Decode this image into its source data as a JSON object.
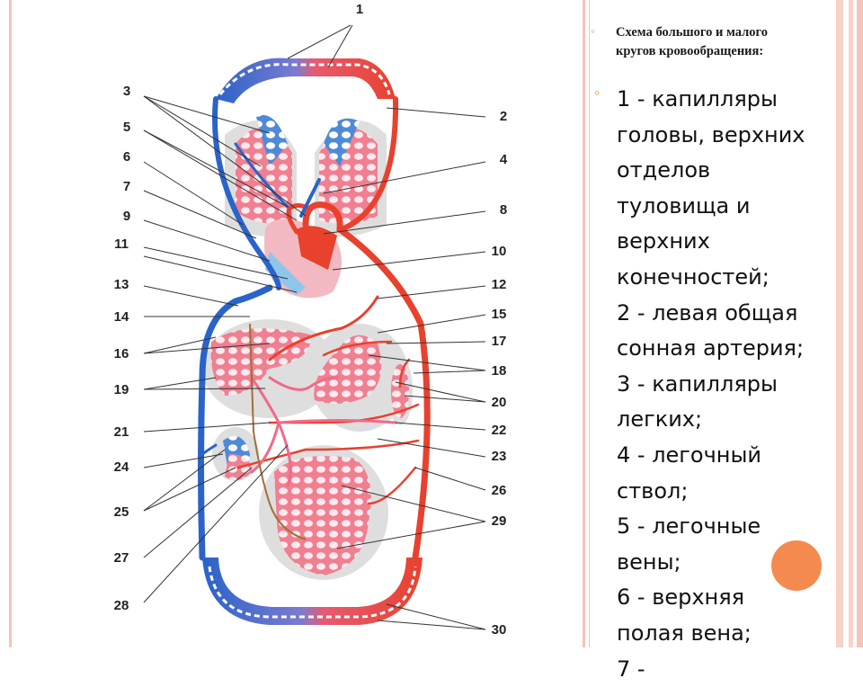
{
  "title_lines": [
    "Схема большого и малого",
    "кругов кровообращения:"
  ],
  "body_lines": [
    "1 - капилляры",
    "головы, верхних",
    "отделов",
    "туловища и",
    "верхних",
    "конечностей;",
    "2 - левая общая",
    "сонная артерия;",
    "3 - капилляры",
    "легких;",
    "4 - легочный",
    "ствол;",
    "5 - легочные",
    "вены;",
    "6 - верхняя",
    "полая вена;",
    "7 -"
  ],
  "labels": {
    "l1": "1",
    "l2": "2",
    "l3": "3",
    "l4": "4",
    "l5": "5",
    "l6": "6",
    "l7": "7",
    "l8": "8",
    "l9": "9",
    "l10": "10",
    "l11": "11",
    "l12": "12",
    "l13": "13",
    "l14": "14",
    "l15": "15",
    "l16": "16",
    "l17": "17",
    "l18": "18",
    "l19": "19",
    "l20": "20",
    "l21": "21",
    "l22": "22",
    "l23": "23",
    "l24": "24",
    "l25": "25",
    "l26": "26",
    "l27": "27",
    "l28": "28",
    "l29": "29",
    "l30": "30"
  },
  "colors": {
    "artery": "#e8412e",
    "vein": "#2a63c9",
    "capillary_pink": "#f08a9a",
    "lymph": "#a0703a",
    "accent": "#f58a50",
    "stripe": "#f4c4b8"
  }
}
